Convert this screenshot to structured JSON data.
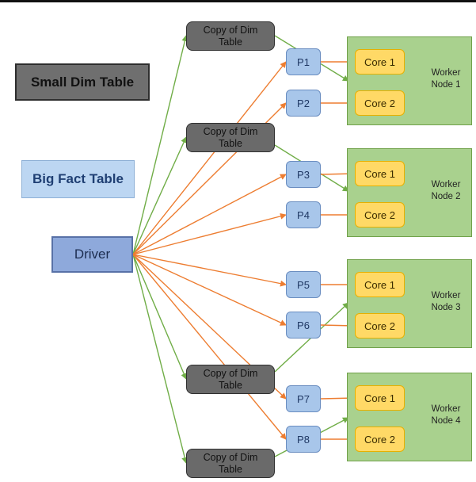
{
  "legend": {
    "small_dim_table": "Small Dim Table",
    "big_fact_table": "Big Fact Table"
  },
  "driver": "Driver",
  "copies": [
    {
      "label": "Copy of Dim Table"
    },
    {
      "label": "Copy of Dim Table"
    },
    {
      "label": "Copy of Dim Table"
    },
    {
      "label": "Copy of Dim Table"
    }
  ],
  "partitions": [
    "P1",
    "P2",
    "P3",
    "P4",
    "P5",
    "P6",
    "P7",
    "P8"
  ],
  "workers": [
    {
      "label": "Worker\nNode 1",
      "cores": [
        "Core 1",
        "Core 2"
      ]
    },
    {
      "label": "Worker\nNode 2",
      "cores": [
        "Core 1",
        "Core 2"
      ]
    },
    {
      "label": "Worker\nNode 3",
      "cores": [
        "Core 1",
        "Core 2"
      ]
    },
    {
      "label": "Worker\nNode 4",
      "cores": [
        "Core 1",
        "Core 2"
      ]
    }
  ],
  "colors": {
    "green_arrow": "#70ad47",
    "orange_arrow": "#ed7d31",
    "worker_fill": "#a9d18e",
    "core_fill": "#ffd966",
    "partition_fill": "#a8c6ea",
    "driver_fill": "#8ea9db",
    "dim_fill": "#6a6a6a"
  }
}
